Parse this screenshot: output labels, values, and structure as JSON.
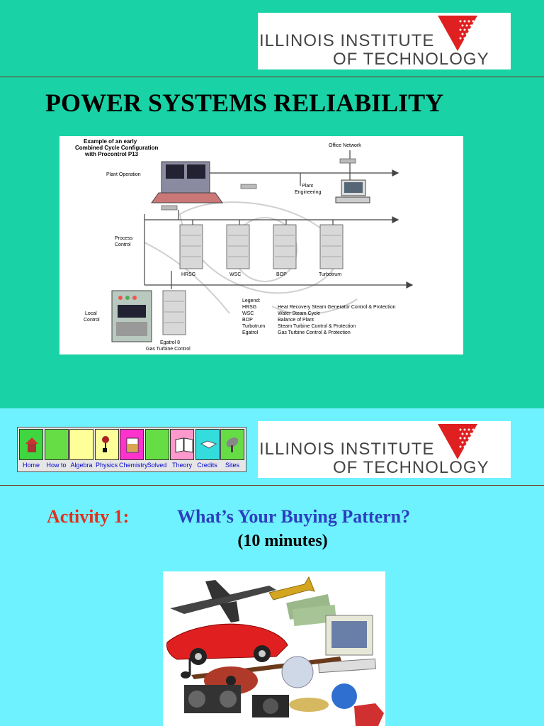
{
  "logo": {
    "line1": "ILLINOIS INSTITUTE",
    "line2": "OF TECHNOLOGY"
  },
  "slide1": {
    "title": "POWER SYSTEMS RELIABILITY",
    "diagram": {
      "heading": [
        "Example of an early",
        "Combined Cycle Configuration",
        "with Procontrol P13"
      ],
      "labels": {
        "office_network": "Office Network",
        "plant_operation": "Plant Operation",
        "plant_engineering": [
          "Plant",
          "Engineering"
        ],
        "process_control": [
          "Process",
          "Control"
        ],
        "local_control": [
          "Local",
          "Control"
        ],
        "egatrol": [
          "Egatrol 8",
          "Gas Turbine Control"
        ]
      },
      "racks": [
        "HRSG",
        "WSC",
        "BOP",
        "Turbotrum"
      ],
      "legend_title": "Legend:",
      "legend": [
        {
          "abbr": "HRSG",
          "desc": "Heat Recovery Steam Generator Control & Protection"
        },
        {
          "abbr": "WSC",
          "desc": "Water Steam Cycle"
        },
        {
          "abbr": "BOP",
          "desc": "Balance of Plant"
        },
        {
          "abbr": "Turbotrum",
          "desc": "Steam Turbine Control & Protection"
        },
        {
          "abbr": "Egatrol",
          "desc": "Gas Turbine Control & Protection"
        }
      ]
    }
  },
  "slide2": {
    "nav": [
      {
        "label": "Home",
        "color": "#3fd63f",
        "icon": "house-icon"
      },
      {
        "label": "How to",
        "color": "#66dd44",
        "icon": "how-to-icon"
      },
      {
        "label": "Algebra",
        "color": "#ffff99",
        "icon": "algebra-icon"
      },
      {
        "label": "Physics",
        "color": "#ffff99",
        "icon": "physics-icon"
      },
      {
        "label": "Chemistry",
        "color": "#ff33cc",
        "icon": "flask-icon"
      },
      {
        "label": "Solved",
        "color": "#66dd44",
        "icon": "solved-icon"
      },
      {
        "label": "Theory",
        "color": "#ff99cc",
        "icon": "book-icon"
      },
      {
        "label": "Credits",
        "color": "#33dddd",
        "icon": "handshake-icon"
      },
      {
        "label": "Sites",
        "color": "#66dd44",
        "icon": "satellite-dish-icon"
      }
    ],
    "activity_label": "Activity 1:",
    "question": "What’s Your Buying Pattern?",
    "duration": "(10 minutes)"
  }
}
